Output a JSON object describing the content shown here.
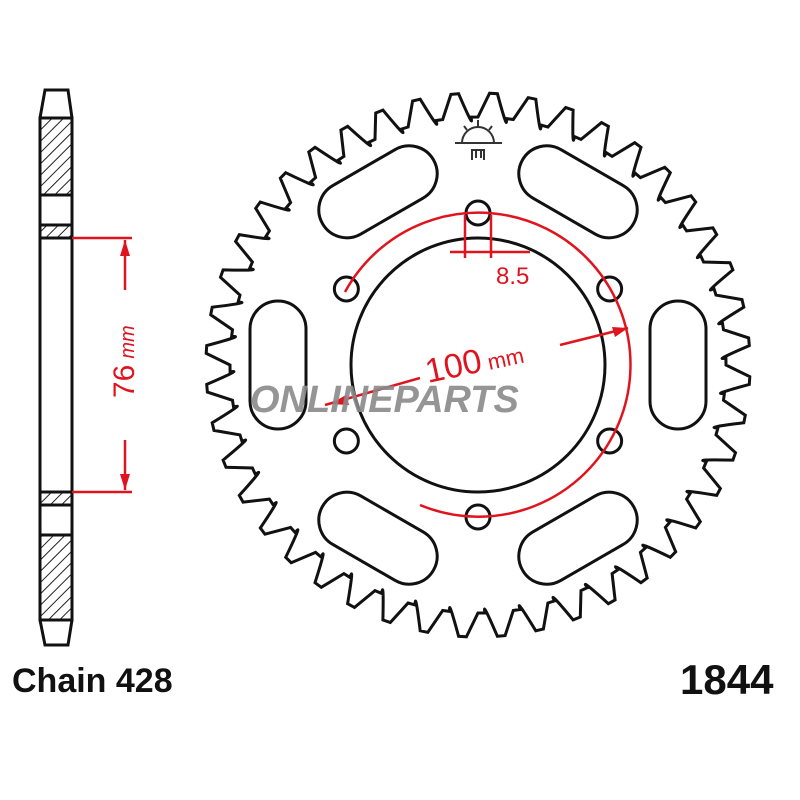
{
  "chain_label": "Chain 428",
  "part_number": "1844",
  "dimensions": {
    "offset": "76",
    "offset_unit": "mm",
    "bolt_circle": "100",
    "bolt_circle_unit": "mm",
    "bolt_hole": "8.5"
  },
  "watermark": "ONLINEPARTS",
  "colors": {
    "outline": "#111111",
    "dimension": "#e0141e",
    "watermark": "#8a8a8a"
  }
}
